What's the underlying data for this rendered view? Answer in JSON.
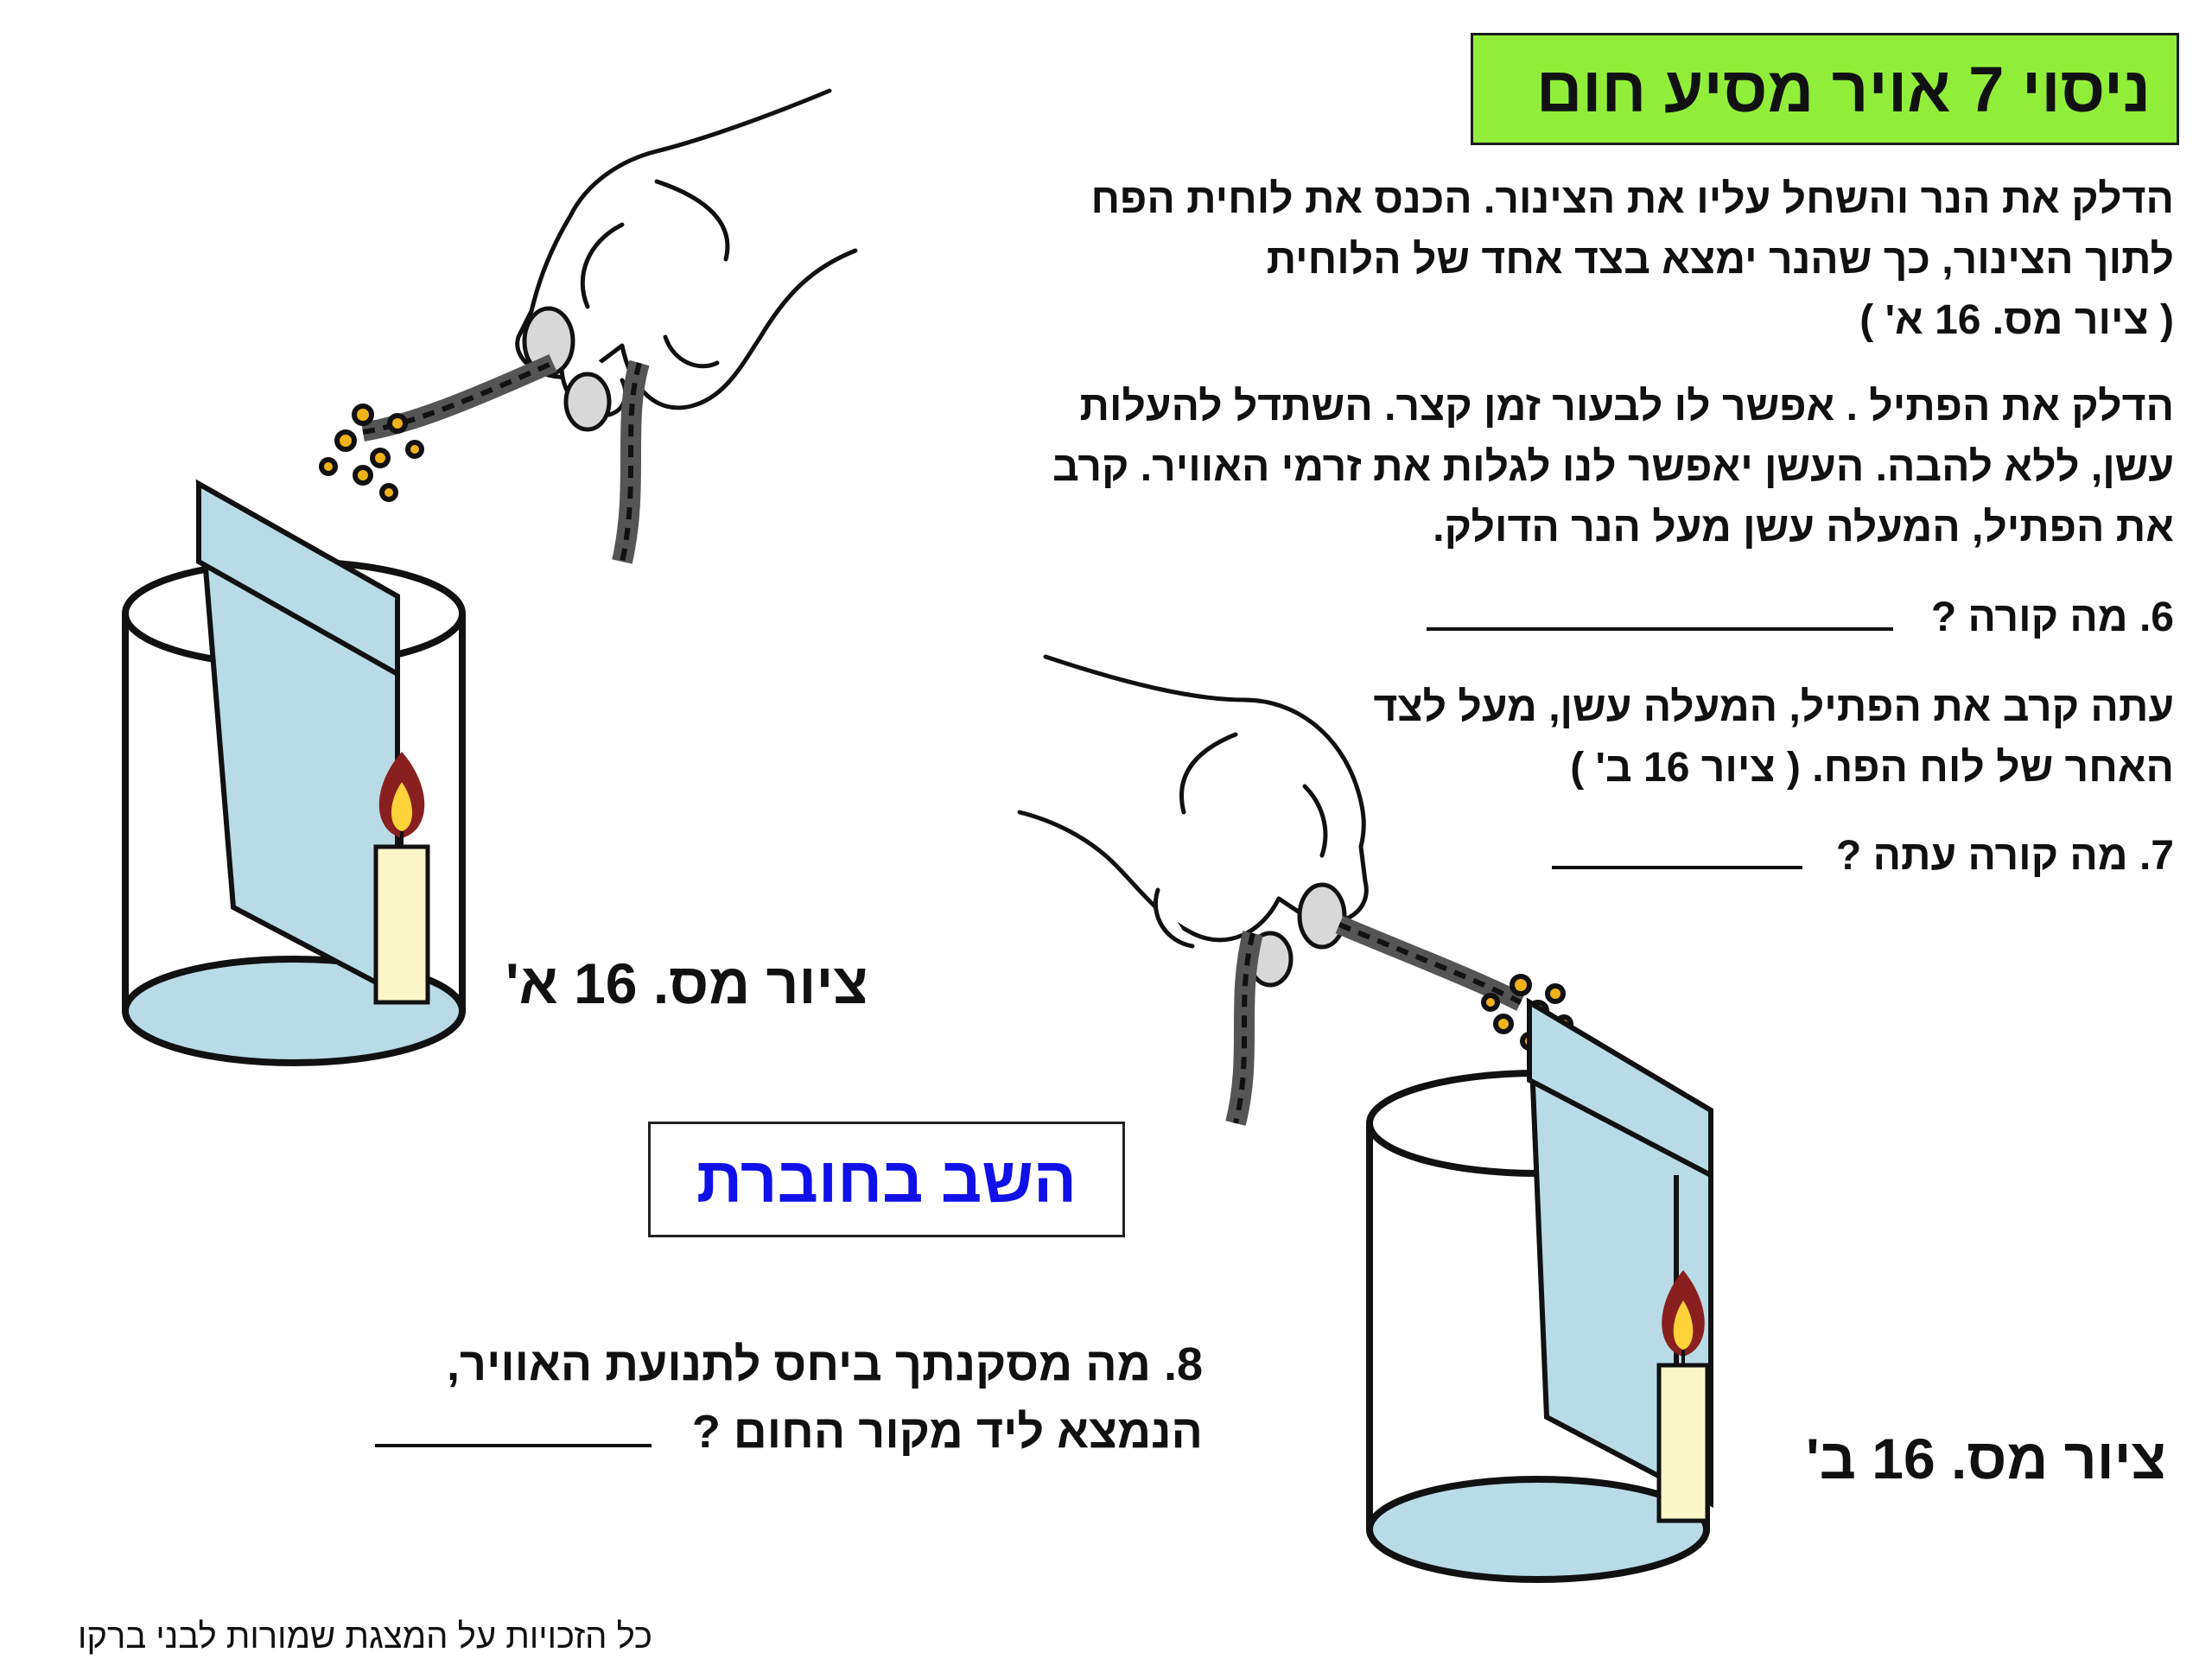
{
  "title": "ניסוי 7 אויר מסיע חום",
  "paragraph1": {
    "line1": "הדלק את הנר והשחל עליו  את הצינור. הכנס את לוחית הפח",
    "line2": "לתוך הצינור, כך שהנר ימצא בצד אחד של הלוחית",
    "line3": "( ציור מס. 16 א' )"
  },
  "paragraph2": {
    "line1": "הדלק את הפתיל . אפשר לו לבעור זמן קצר. השתדל להעלות",
    "line2": "עשן, ללא להבה. העשן יאפשר לנו לגלות את זרמי האוויר. קרב",
    "line3": "את הפתיל, המעלה עשן מעל הנר הדולק."
  },
  "question6": "6. מה קורה ?",
  "paragraph3": {
    "line1": "עתה קרב את הפתיל, המעלה עשן, מעל לצד",
    "line2": "האחר של לוח הפח.   ( ציור 16 ב' )"
  },
  "question7": "7. מה קורה עתה ?",
  "caption_a": "ציור מס. 16 א'",
  "caption_b": "ציור מס. 16 ב'",
  "answer_box": "השב בחוברת",
  "question8": {
    "line1": "8. מה מסקנתך ביחס לתנועת האוויר,",
    "line2": "הנמצא ליד מקור החום ?"
  },
  "footer": "כל הזכויות על המצגת שמורות לבני ברקו",
  "colors": {
    "title_background": "#90ee3a",
    "answer_text": "#1010e8",
    "glass_water": "#b9dbe6",
    "metal_plate": "#b9dbe6",
    "candle": "#fbf6c8",
    "flame_outer": "#8a1f1f",
    "flame_inner": "#ffd23a"
  },
  "illustrations": [
    {
      "name": "figure-16a",
      "content": "glass cylinder with metal plate and lit candle, hand holding smoking wick above"
    },
    {
      "name": "figure-16b",
      "content": "glass cylinder with metal plate and lit candle, hand holding smoking wick above"
    }
  ]
}
